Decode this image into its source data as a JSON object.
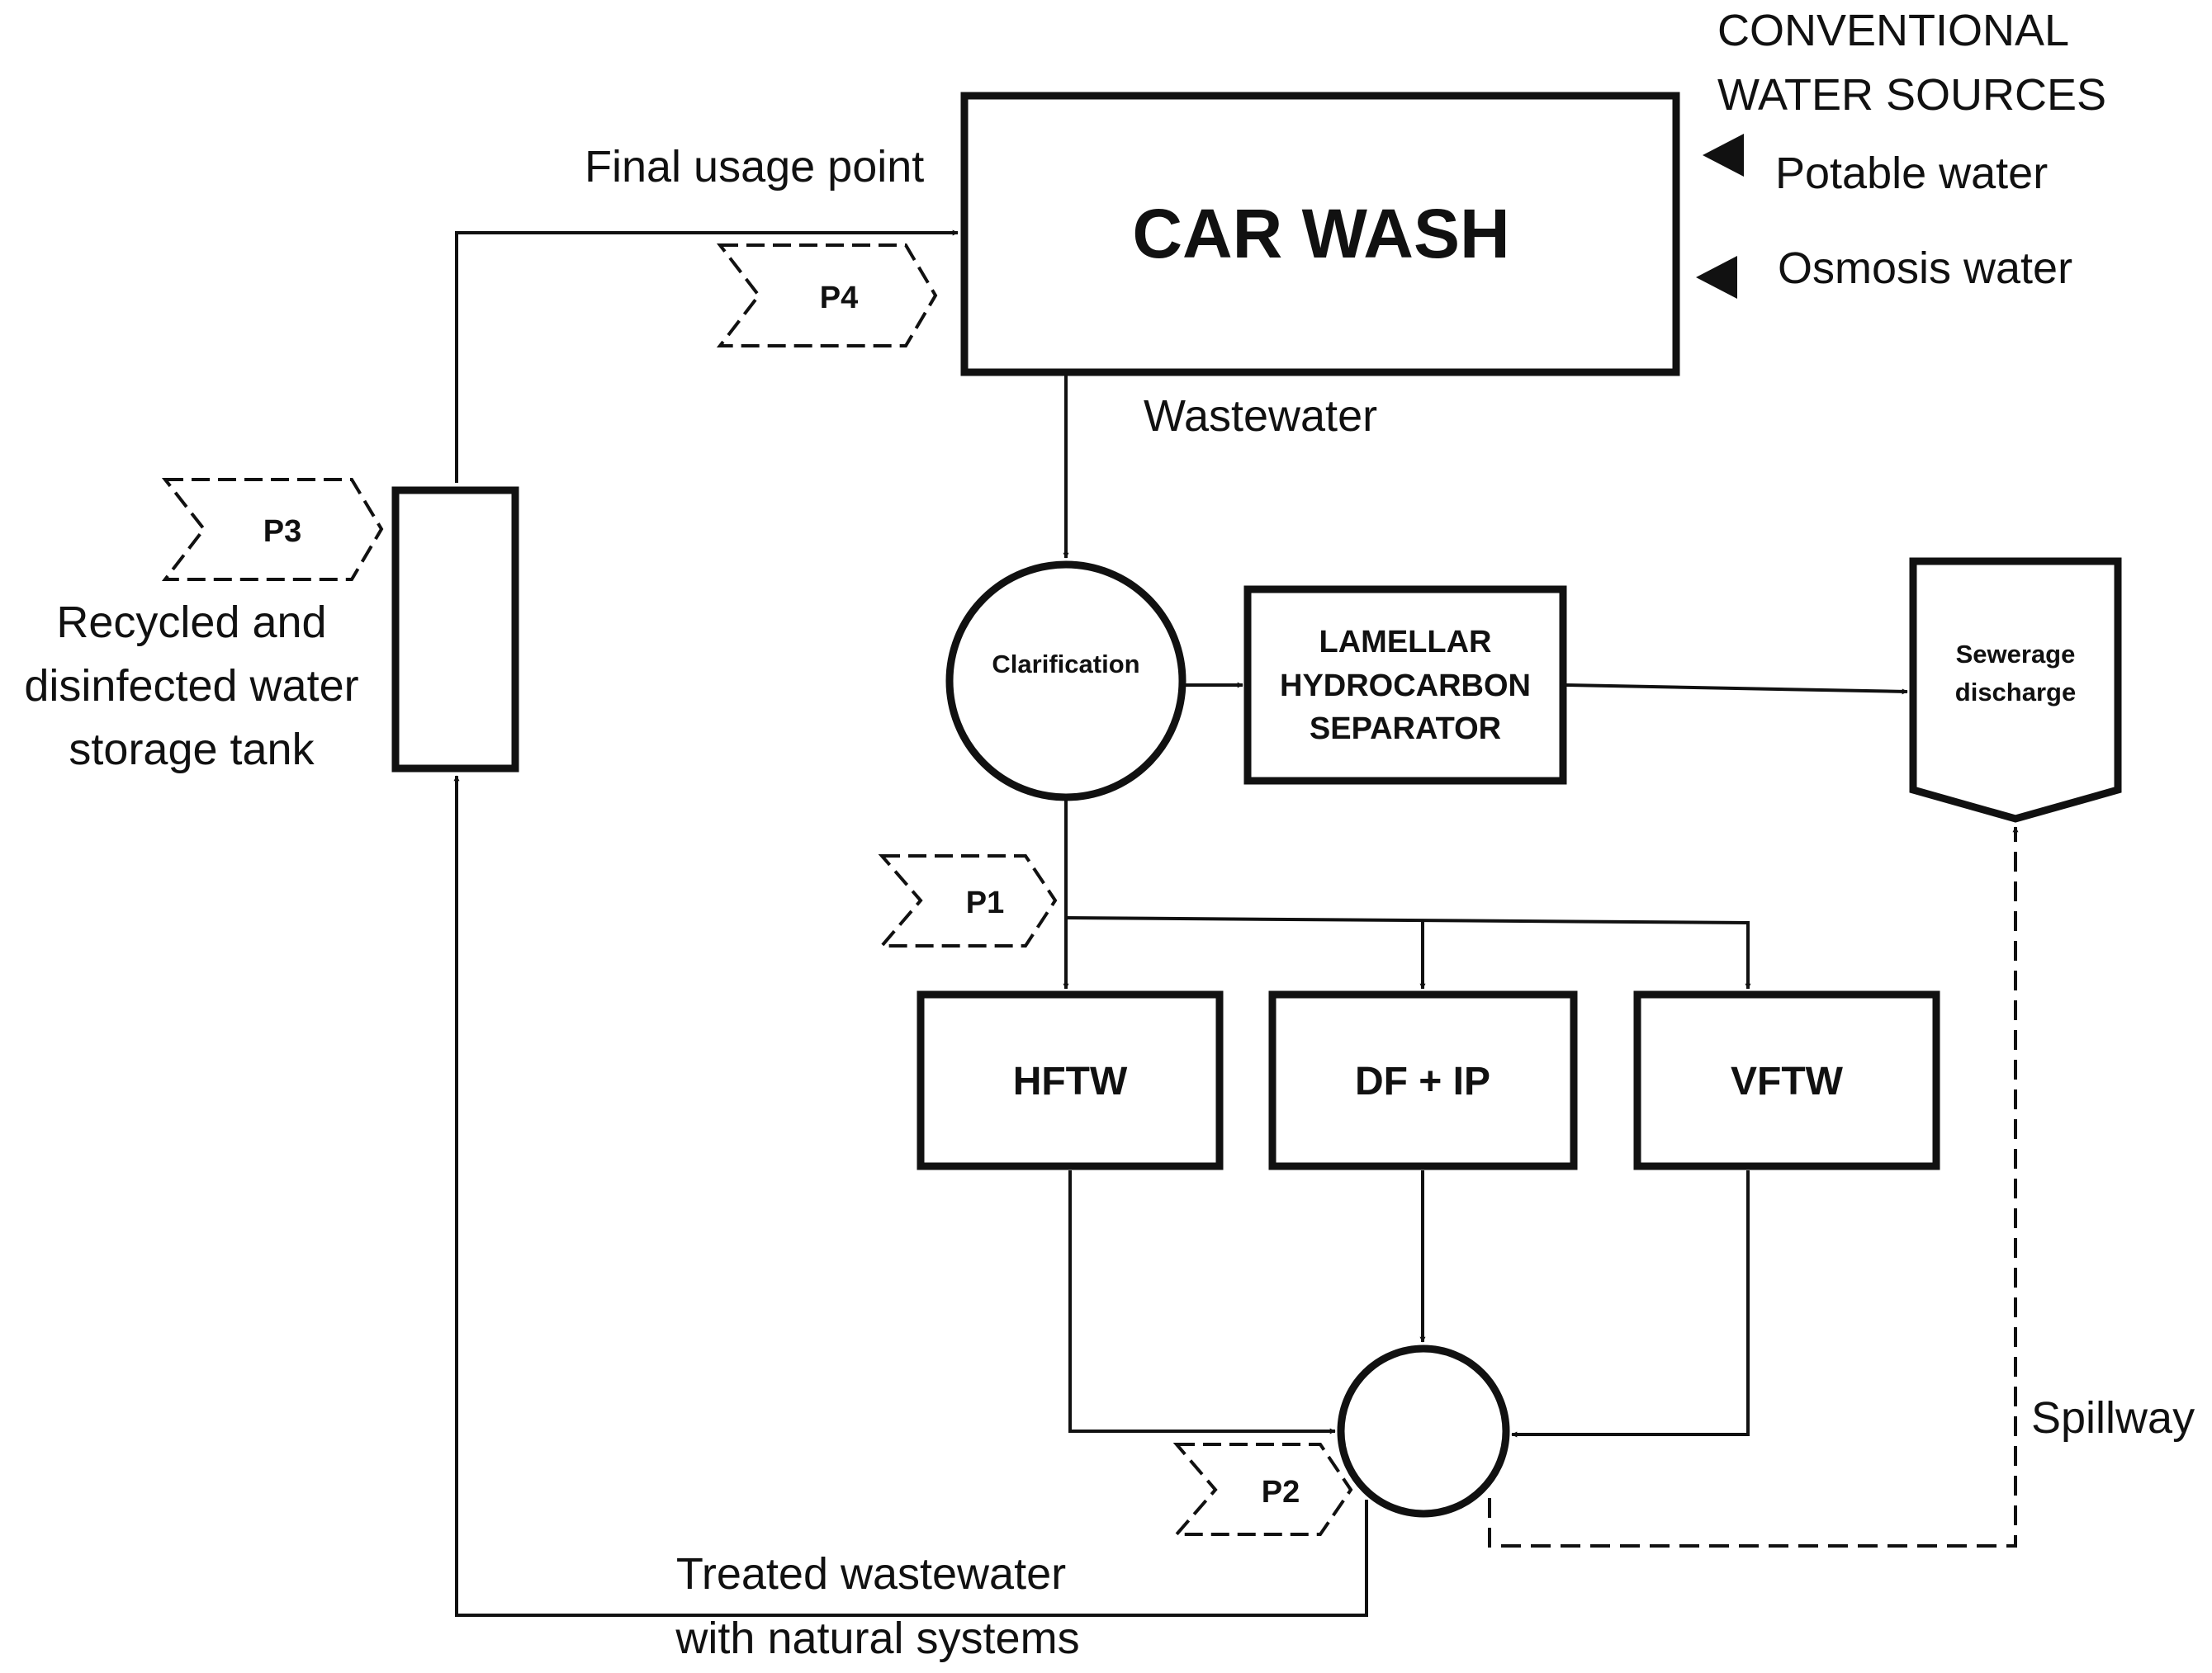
{
  "labels": {
    "sources_line1": "CONVENTIONAL",
    "sources_line2": "WATER SOURCES",
    "potable": "Potable water",
    "osmosis": "Osmosis water",
    "final_usage": "Final usage point",
    "wastewater": "Wastewater",
    "storage_line1": "Recycled and",
    "storage_line2": "disinfected water",
    "storage_line3": "storage tank",
    "spillway": "Spillway",
    "treated_line1": "Treated wastewater",
    "treated_line2": "with natural systems"
  },
  "boxes": {
    "car_wash": "CAR WASH",
    "clarification": "Clarification",
    "lamellar_line1": "LAMELLAR",
    "lamellar_line2": "HYDROCARBON",
    "lamellar_line3": "SEPARATOR",
    "sewerage_line1": "Sewerage",
    "sewerage_line2": "discharge",
    "hftw": "HFTW",
    "dfip": "DF + IP",
    "vftw": "VFTW"
  },
  "points": {
    "p1": "P1",
    "p2": "P2",
    "p3": "P3",
    "p4": "P4"
  }
}
